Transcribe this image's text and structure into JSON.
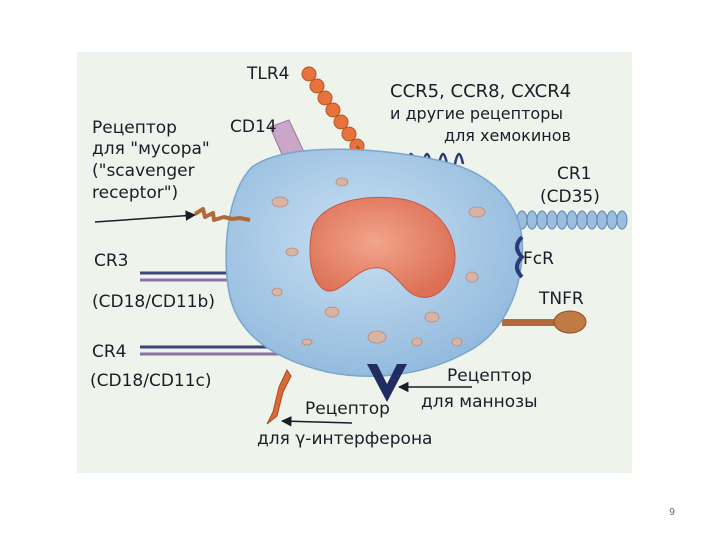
{
  "page_number": "9",
  "labels": {
    "tlr4": "TLR4",
    "ccr": "CCR5, CCR8, CXCR4",
    "chemokine_1": "и другие рецепторы",
    "chemokine_2": "для хемокинов",
    "cd14": "CD14",
    "scav_1": "Рецептор",
    "scav_2": "для \"мусора\"",
    "scav_3": "(\"scavenger",
    "scav_4": "receptor\")",
    "cr1": "CR1",
    "cd35": "(CD35)",
    "fcr": "FcR",
    "cr3": "CR3",
    "cd18_11b": "(CD18/CD11b)",
    "tnfr": "TNFR",
    "cr4": "CR4",
    "cd18_11c": "(CD18/CD11c)",
    "mannose_1": "Рецептор",
    "mannose_2": "для маннозы",
    "ifn_1": "Рецептор",
    "ifn_2": "для γ-интерферона"
  },
  "colors": {
    "background": "#eef3ec",
    "cell": "#a9cbe6",
    "nucleus": "#e0826b",
    "tlr4_beads": "#e8733e",
    "cr1_beads": "#9bbede",
    "cd14": "#caa6c8",
    "tnfr": "#b56a3c",
    "cr_lines": "#3c4478",
    "mannose": "#222c60"
  }
}
